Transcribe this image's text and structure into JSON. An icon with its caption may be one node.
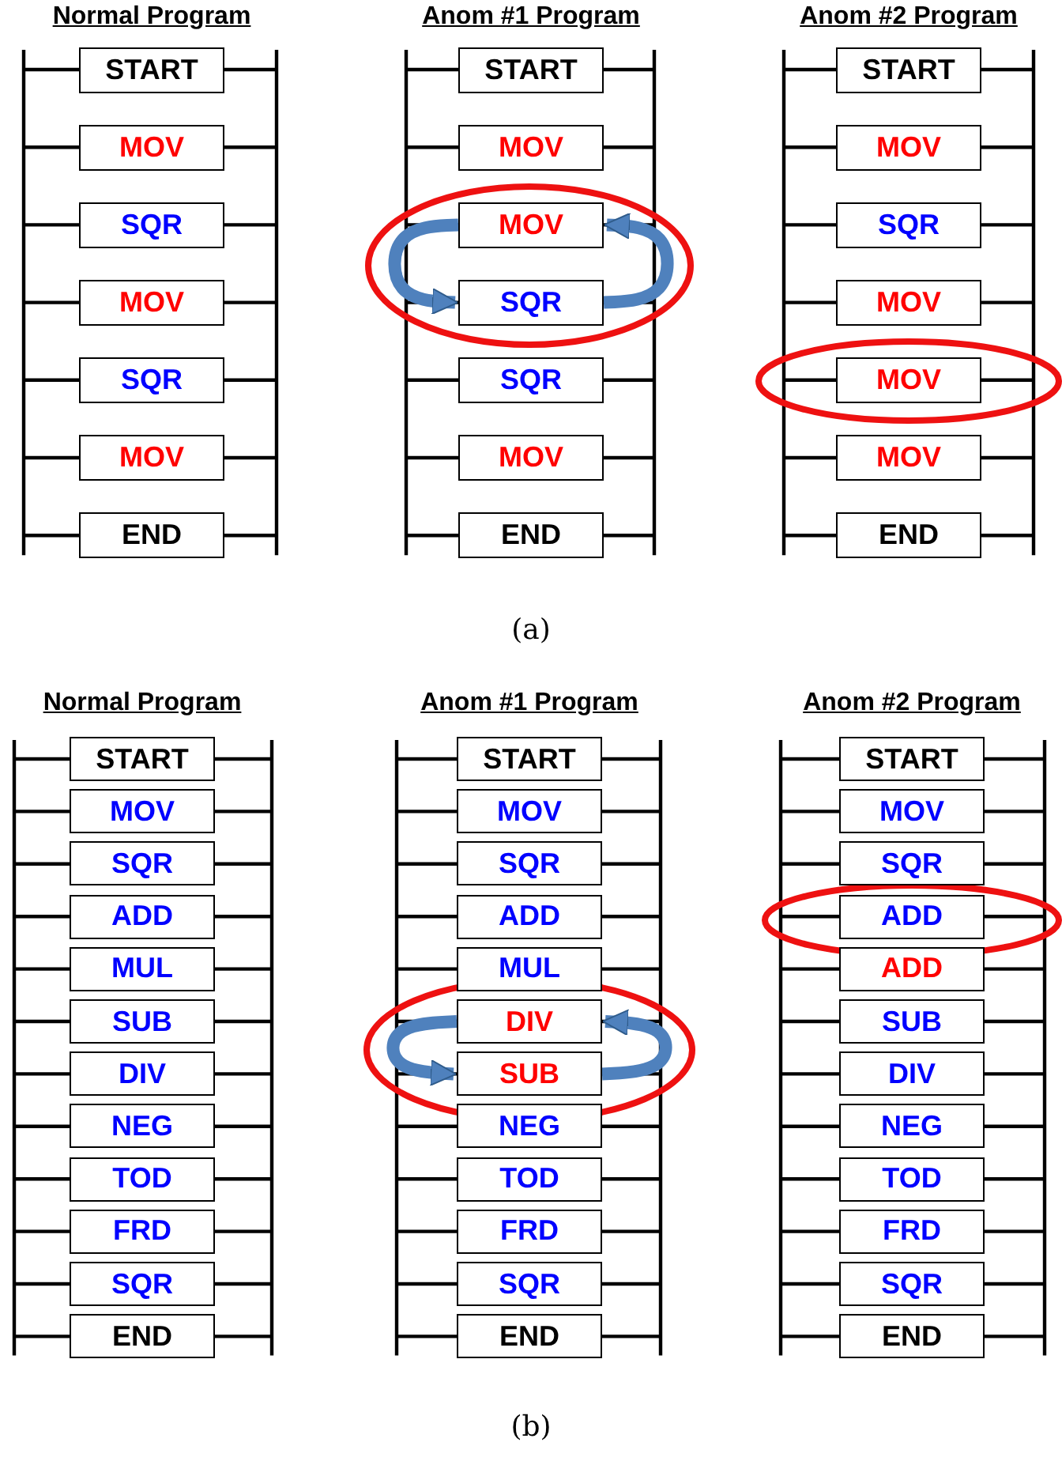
{
  "diagram": {
    "nodes": [
      {
        "text": [
          "START"
        ]
      },
      {
        "text": [
          "MOV"
        ]
      },
      {
        "text": [
          "SQR"
        ]
      },
      {
        "text": [
          "MOV"
        ]
      },
      {
        "text": [
          "SQR"
        ]
      },
      {
        "text": [
          "MOV"
        ]
      },
      {
        "text": [
          "END"
        ]
      },
      {
        "text": [
          "START"
        ]
      },
      {
        "text": [
          "MOV"
        ]
      },
      {
        "text": [
          "MOV"
        ]
      },
      {
        "text": [
          "SQR"
        ]
      },
      {
        "text": [
          "SQR"
        ]
      },
      {
        "text": [
          "MOV"
        ]
      },
      {
        "text": [
          "END"
        ]
      },
      {
        "text": [
          "START"
        ]
      },
      {
        "text": [
          "MOV"
        ]
      },
      {
        "text": [
          "SQR"
        ]
      },
      {
        "text": [
          "MOV"
        ]
      },
      {
        "text": [
          "MOV"
        ]
      },
      {
        "text": [
          "MOV"
        ]
      },
      {
        "text": [
          "END"
        ]
      },
      {
        "text": [
          "START"
        ]
      },
      {
        "text": [
          "MOV"
        ]
      },
      {
        "text": [
          "SQR"
        ]
      },
      {
        "text": [
          "ADD"
        ]
      },
      {
        "text": [
          "MUL"
        ]
      },
      {
        "text": [
          "SUB"
        ]
      },
      {
        "text": [
          "DIV"
        ]
      },
      {
        "text": [
          "NEG"
        ]
      },
      {
        "text": [
          "TOD"
        ]
      },
      {
        "text": [
          "FRD"
        ]
      },
      {
        "text": [
          "SQR"
        ]
      },
      {
        "text": [
          "END"
        ]
      },
      {
        "text": [
          "START"
        ]
      },
      {
        "text": [
          "MOV"
        ]
      },
      {
        "text": [
          "SQR"
        ]
      },
      {
        "text": [
          "ADD"
        ]
      },
      {
        "text": [
          "MUL"
        ]
      },
      {
        "text": [
          "DIV"
        ]
      },
      {
        "text": [
          "SUB"
        ]
      },
      {
        "text": [
          "NEG"
        ]
      },
      {
        "text": [
          "TOD"
        ]
      },
      {
        "text": [
          "FRD"
        ]
      },
      {
        "text": [
          "SQR"
        ]
      },
      {
        "text": [
          "END"
        ]
      },
      {
        "text": [
          "START"
        ]
      },
      {
        "text": [
          "MOV"
        ]
      },
      {
        "text": [
          "SQR"
        ]
      },
      {
        "text": [
          "ADD"
        ]
      },
      {
        "text": [
          "ADD"
        ]
      },
      {
        "text": [
          "SUB"
        ]
      },
      {
        "text": [
          "DIV"
        ]
      },
      {
        "text": [
          "NEG"
        ]
      },
      {
        "text": [
          "TOD"
        ]
      },
      {
        "text": [
          "FRD"
        ]
      },
      {
        "text": [
          "SQR"
        ]
      },
      {
        "text": [
          "END"
        ]
      }
    ],
    "edges": [
      {
        "from": 9,
        "to": 10,
        "arrow": "to"
      },
      {
        "from": 10,
        "to": 9,
        "arrow": "to"
      },
      {
        "from": 38,
        "to": 39,
        "arrow": "to"
      },
      {
        "from": 39,
        "to": 38,
        "arrow": "to"
      }
    ],
    "labels": [
      "Normal Program",
      "Anom #1 Program",
      "Anom #2 Program",
      "(a)",
      "Normal Program",
      "Anom #1 Program",
      "Anom #2 Program",
      "(b)"
    ]
  }
}
